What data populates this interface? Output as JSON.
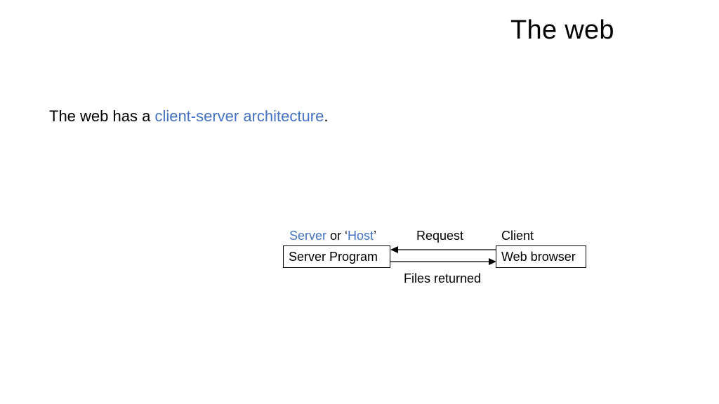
{
  "title": "The web",
  "body": {
    "prefix": "The web has a ",
    "highlight": "client-server architecture",
    "suffix": "."
  },
  "diagram": {
    "server_caption": {
      "server": "Server",
      "or_open": " or ‘",
      "host": "Host",
      "close": "’"
    },
    "client_caption": "Client",
    "request_label": "Request",
    "response_label": "Files returned",
    "server_box_label": "Server Program",
    "client_box_label": "Web browser"
  },
  "colors": {
    "accent": "#4472c4",
    "text": "#000000",
    "background": "#ffffff"
  }
}
